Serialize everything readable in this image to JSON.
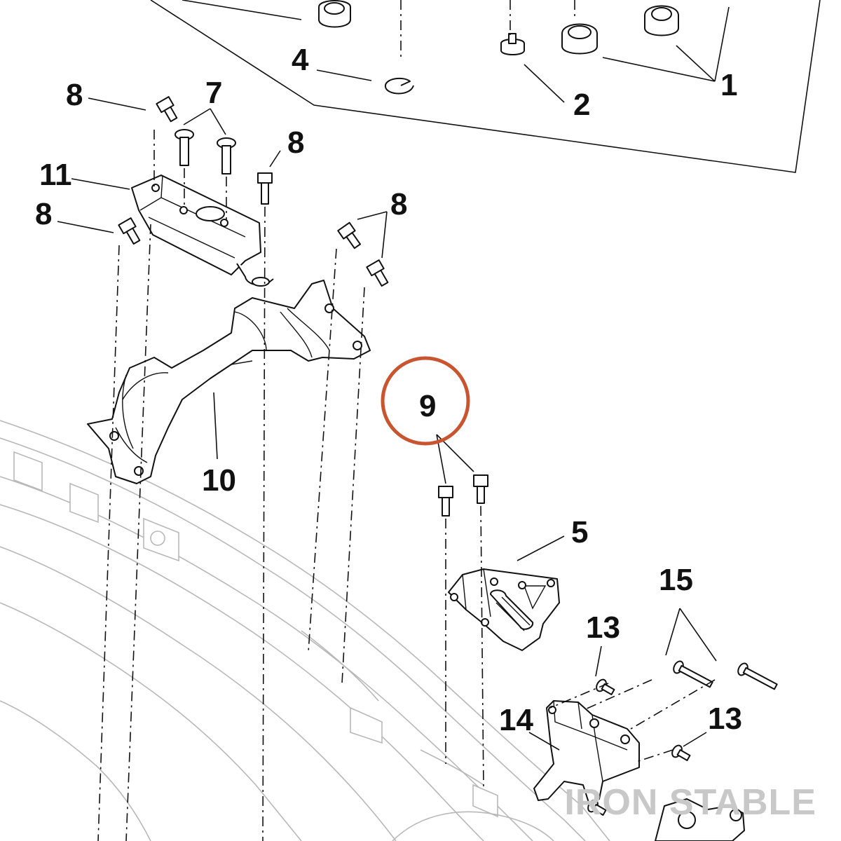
{
  "diagram": {
    "callouts": {
      "c1": "1",
      "c2": "2",
      "c4": "4",
      "c5": "5",
      "c7": "7",
      "c8a": "8",
      "c8b": "8",
      "c8c": "8",
      "c8d": "8",
      "c9": "9",
      "c10": "10",
      "c11": "11",
      "c13a": "13",
      "c13b": "13",
      "c14": "14",
      "c15": "15"
    },
    "highlight_color": "#c8552f",
    "watermark": "IRON STABLE"
  }
}
